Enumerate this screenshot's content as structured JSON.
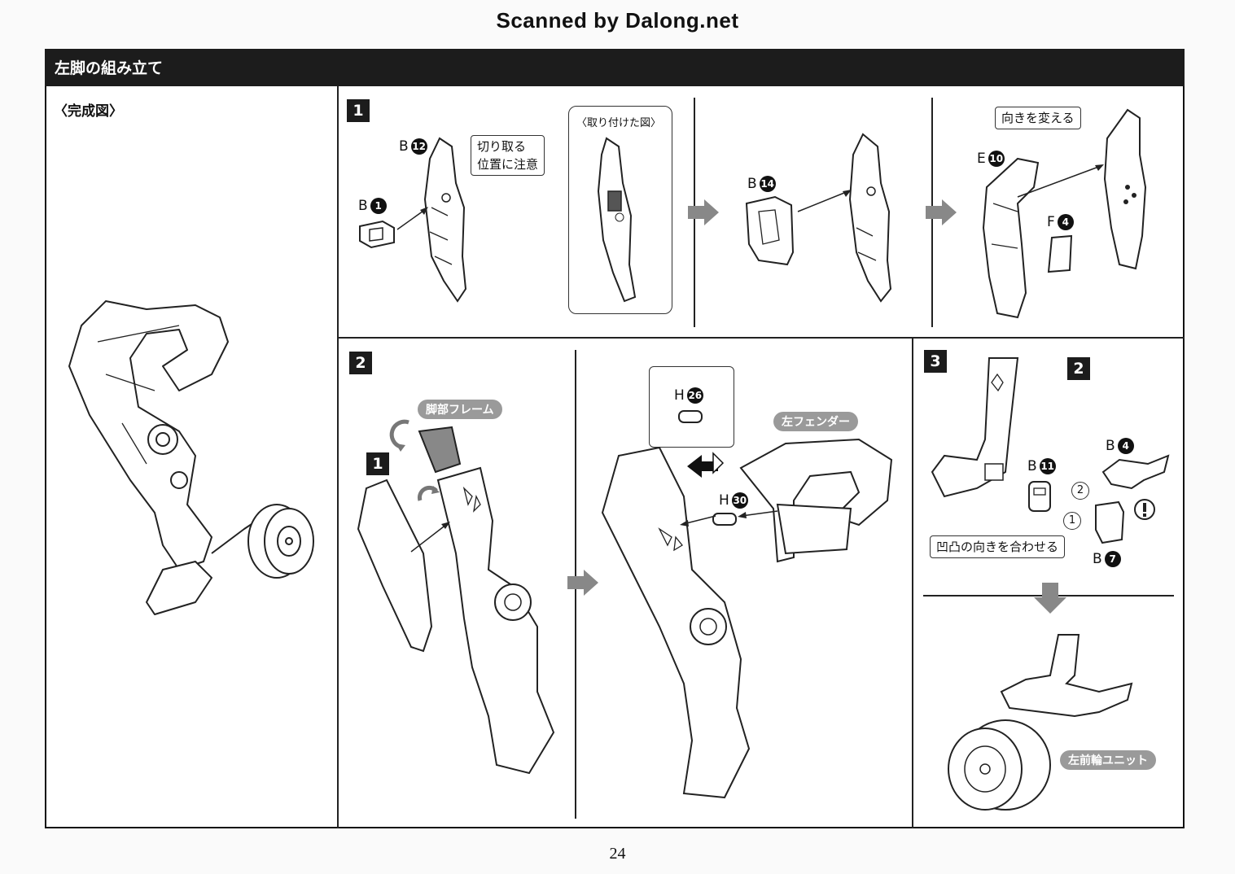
{
  "header": {
    "scan_credit": "Scanned by Dalong.net",
    "section_title": "左脚の組み立て",
    "page_number": "24"
  },
  "completed": {
    "caption": "〈完成図〉"
  },
  "step1": {
    "number": "1",
    "note_cut": "切り取る\n位置に注意",
    "inset_caption": "〈取り付けた図〉",
    "note_direction": "向きを変える",
    "parts": [
      {
        "letter": "B",
        "num": "12"
      },
      {
        "letter": "B",
        "num": "1"
      },
      {
        "letter": "B",
        "num": "14"
      },
      {
        "letter": "E",
        "num": "10"
      },
      {
        "letter": "F",
        "num": "4"
      }
    ]
  },
  "step2": {
    "number": "2",
    "sub_number": "1",
    "label_frame": "脚部フレーム",
    "label_fender": "左フェンダー",
    "parts": [
      {
        "letter": "H",
        "num": "26"
      },
      {
        "letter": "H",
        "num": "30"
      }
    ]
  },
  "step3": {
    "number": "3",
    "sub_number": "2",
    "note_align": "凹凸の向きを合わせる",
    "order_1": "1",
    "order_2": "2",
    "label_unit": "左前輪ユニット",
    "parts": [
      {
        "letter": "B",
        "num": "11"
      },
      {
        "letter": "B",
        "num": "4"
      },
      {
        "letter": "B",
        "num": "7"
      }
    ]
  },
  "icons": [
    "process-arrow-icon",
    "warning-icon",
    "rotate-arrow-icon"
  ]
}
